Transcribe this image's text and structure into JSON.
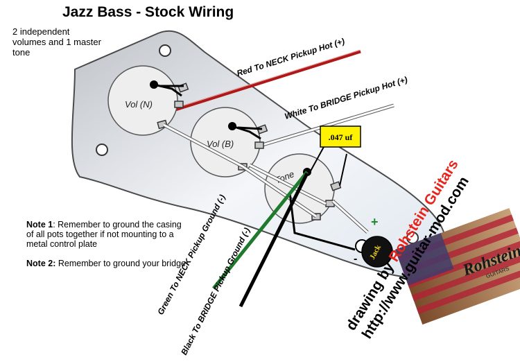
{
  "title": "Jazz Bass - Stock Wiring",
  "subtitle": "2 independent volumes and 1 master tone",
  "notes": [
    {
      "label": "Note 1",
      "text": ": Remember to ground the casing of all pots together if not mounting to a metal control plate"
    },
    {
      "label": "Note 2:",
      "text": " Remember to ground your bridge"
    }
  ],
  "pots": {
    "vol_neck": "Vol (N)",
    "vol_bridge": "Vol (B)",
    "tone": "Tone"
  },
  "capacitor": ".047 uf",
  "jack": {
    "label": "Jack",
    "plus": "+",
    "minus": "-"
  },
  "wires": {
    "red": "Red To NECK Pickup Hot (+)",
    "white": "White To BRIDGE Pickup Hot (+)",
    "green": "Green To NECK Pickup Ground (-)",
    "black": "Black To BRIDGE Pickup Ground (-)"
  },
  "credit": {
    "line1_prefix": "drawing by ",
    "line1_brand": "Rohstein Guitars",
    "line2": "http://www.guitar-mod.com"
  },
  "logo": {
    "script": "Rohstein",
    "small": "GUITARS"
  },
  "colors": {
    "plate_fill": "#eef0f4",
    "plate_stroke": "#4a4a4a",
    "red_wire": "#b01818",
    "green_wire": "#1f7a2e",
    "capacitor": "#fff200",
    "brand_red": "#e8231c",
    "jack_plus": "#1a8c2a"
  }
}
